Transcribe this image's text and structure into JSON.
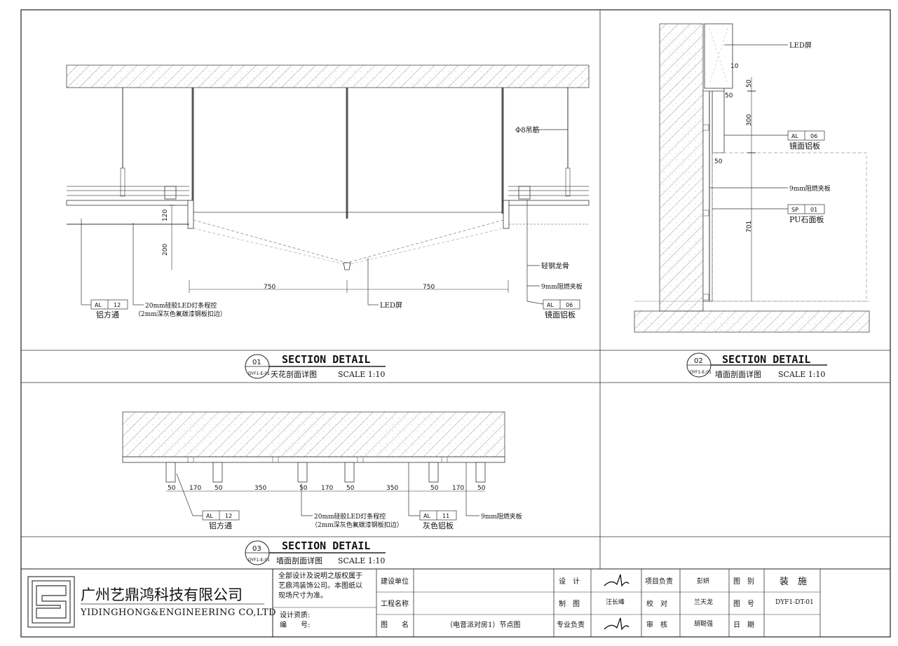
{
  "details": [
    {
      "number": "01",
      "ref": "DYF1-E-01",
      "title": "SECTION DETAIL",
      "subtitle": "天花剖面详图",
      "scale": "SCALE 1:10"
    },
    {
      "number": "02",
      "ref": "DYF1-E-01",
      "title": "SECTION DETAIL",
      "subtitle": "墙面剖面详图",
      "scale": "SCALE 1:10"
    },
    {
      "number": "03",
      "ref": "DYF1-E-01",
      "title": "SECTION DETAIL",
      "subtitle": "墙面剖面详图",
      "scale": "SCALE 1:10"
    }
  ],
  "detail1": {
    "rod_label": "Φ8吊筋",
    "keel_label": "轻钢龙骨",
    "board_label": "9mm阻燃夹板",
    "led_label": "LED屏",
    "strip_label_1": "20mm硅胶LED灯条程控",
    "strip_label_2": "（2mm深灰色氟碳漆钢板扣边）",
    "tag_left": {
      "code": "AL",
      "num": "12",
      "name": "铝方通"
    },
    "tag_right": {
      "code": "AL",
      "num": "06",
      "name": "镜面铝板"
    },
    "dims": {
      "h1": "120",
      "h2": "200",
      "w1": "750",
      "w2": "750"
    }
  },
  "detail2": {
    "led_label": "LED屏",
    "board_label": "9mm阻燃夹板",
    "tag_top": {
      "code": "AL",
      "num": "06",
      "name": "镜面铝板"
    },
    "tag_bottom": {
      "code": "SP",
      "num": "01",
      "name": "PU石面板"
    },
    "dims": {
      "d10": "10",
      "d50a": "50",
      "d50b": "50",
      "d50c": "50",
      "d300": "300",
      "d701": "701"
    }
  },
  "detail3": {
    "strip_label_1": "20mm硅胶LED灯条程控",
    "strip_label_2": "（2mm深灰色氟碳漆钢板扣边）",
    "board_label": "9mm阻燃夹板",
    "tag_left": {
      "code": "AL",
      "num": "12",
      "name": "铝方通"
    },
    "tag_right": {
      "code": "AL",
      "num": "11",
      "name": "灰色铝板"
    },
    "dims": [
      "50",
      "170",
      "50",
      "350",
      "50",
      "170",
      "50",
      "350",
      "50",
      "170",
      "50"
    ]
  },
  "titleblock": {
    "company_cn": "广州艺鼎鸿科技有限公司",
    "company_en": "YIDINGHONG&ENGINEERING CO,LTD",
    "notice_1": "全部设计及说明之版权属于",
    "notice_2": "艺鼎鸿装饰公司。本图纸以",
    "notice_3": "现场尺寸为准。",
    "qual_label": "设计资质:",
    "serial_label": "编　　号:",
    "client_label": "建设单位",
    "project_label": "工程名称",
    "drawing_label": "图　　名",
    "drawing_name": "（电音派对房1）节点图",
    "design_label": "设　计",
    "draft_label": "制　图",
    "drafter": "汪长峰",
    "specialty_label": "专业负责",
    "pm_label": "项目负责",
    "pm_name": "彭妍",
    "check_label": "校　对",
    "checker": "兰天龙",
    "review_label": "审　核",
    "reviewer": "胡聪强",
    "type_label": "图　别",
    "type_value": "装　施",
    "no_label": "图　号",
    "no_value": "DYF1-DT-01",
    "date_label": "日　期"
  }
}
